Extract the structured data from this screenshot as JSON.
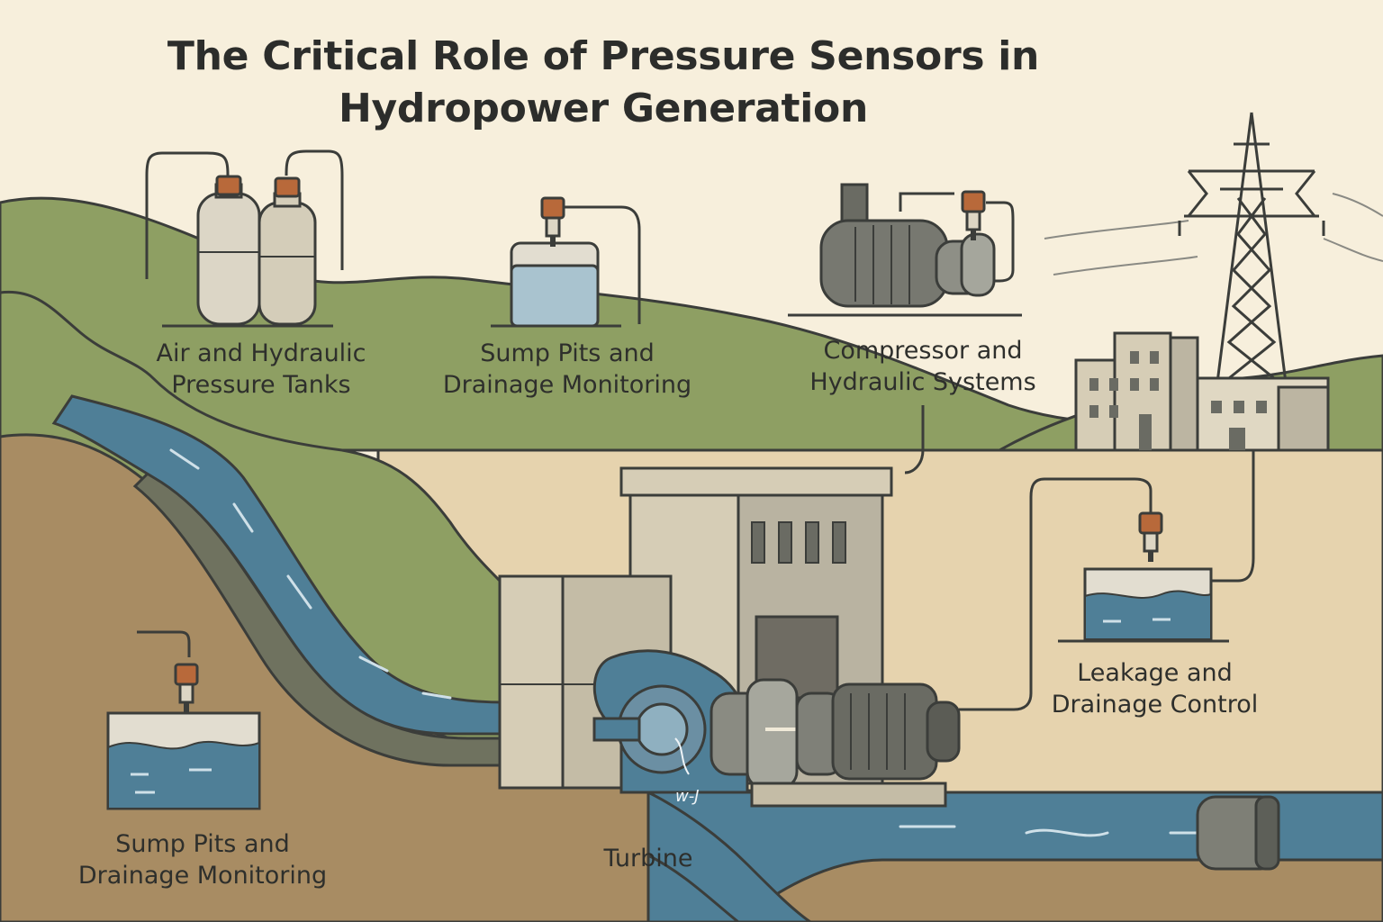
{
  "title": {
    "line1": "The Critical Role of Pressure Sensors in",
    "line2": "Hydropower Generation"
  },
  "labels": {
    "air_tanks": {
      "line1": "Air and Hydraulic",
      "line2": "Pressure Tanks"
    },
    "sump_top": {
      "line1": "Sump Pits and",
      "line2": "Drainage Monitoring"
    },
    "compressor": {
      "line1": "Compressor and",
      "line2": "Hydraulic Systems"
    },
    "leakage": {
      "line1": "Leakage and",
      "line2": "Drainage Control"
    },
    "sump_bottom": {
      "line1": "Sump Pits and",
      "line2": "Drainage Monitoring"
    },
    "turbine": {
      "line1": "Turbine"
    }
  },
  "colors": {
    "sky": "#f7efdc",
    "hills": "#8e9f63",
    "soil": "#a88c63",
    "plateau": "#e6d3ae",
    "water": "#4f7f97",
    "sensor_cap": "#b8693a",
    "outline": "#3b3d3a"
  },
  "icons": [
    "pressure-tank-icon",
    "pressure-sensor-icon",
    "compressor-icon",
    "transmission-tower-icon",
    "turbine-icon",
    "powerhouse-icon",
    "drainage-tank-icon"
  ]
}
